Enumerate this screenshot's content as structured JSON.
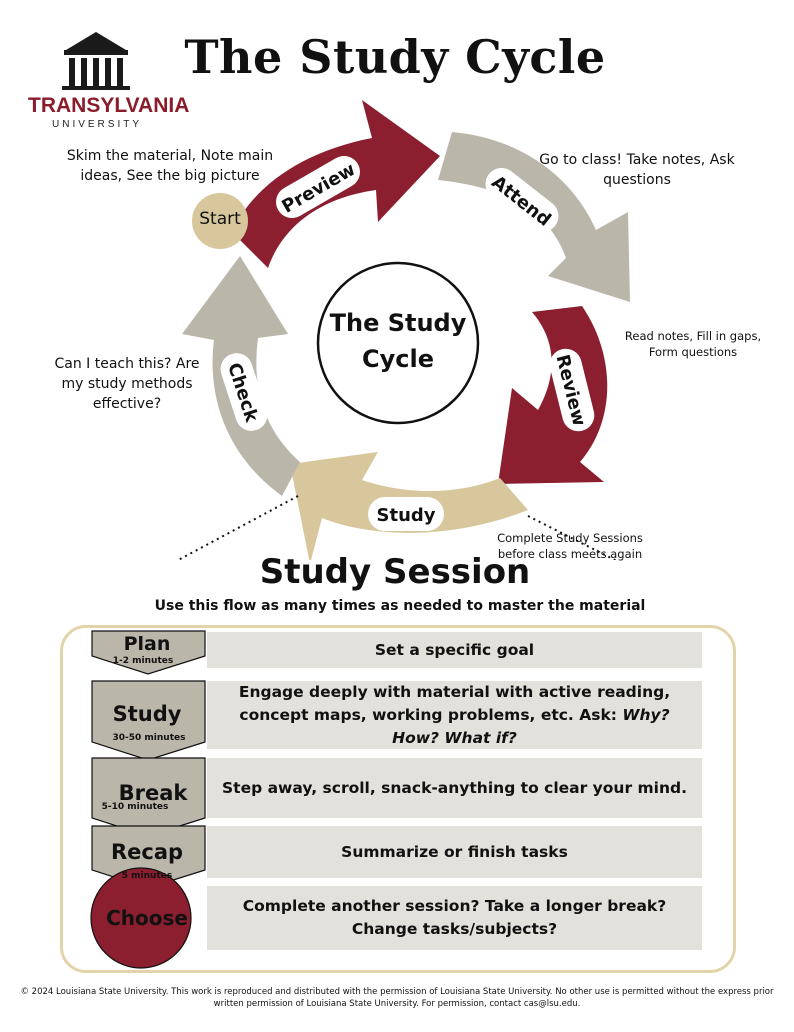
{
  "title": "The Study Cycle",
  "logo": {
    "word": "TRANSYLVANIA",
    "sub": "UNIVERSITY"
  },
  "cycle": {
    "center_line1": "The Study",
    "center_line2": "Cycle",
    "start_label": "Start",
    "stages": [
      {
        "label": "Preview",
        "note": "Skim the material, Note main ideas, See the big picture"
      },
      {
        "label": "Attend",
        "note": "Go to class! Take notes, Ask questions"
      },
      {
        "label": "Review",
        "note": "Read notes, Fill in gaps, Form questions"
      },
      {
        "label": "Study",
        "note": "Complete Study Sessions before class meets again"
      },
      {
        "label": "Check",
        "note": "Can I teach this? Are my study methods effective?"
      }
    ]
  },
  "session": {
    "title": "Study Session",
    "subtitle": "Use this flow as many times as needed to master the material",
    "steps": [
      {
        "name": "Plan",
        "time": "1-2 minutes",
        "desc": "Set a specific goal"
      },
      {
        "name": "Study",
        "time": "30-50 minutes",
        "desc": "Engage deeply with material with active reading, concept maps, working problems, etc. Ask:",
        "desc_em": "Why? How? What if?"
      },
      {
        "name": "Break",
        "time": "5-10 minutes",
        "desc": "Step away, scroll, snack-anything to clear your mind."
      },
      {
        "name": "Recap",
        "time": "5 minutes",
        "desc": "Summarize or finish tasks"
      },
      {
        "name": "Choose",
        "time": "",
        "desc": "Complete another session? Take a longer break? Change tasks/subjects?"
      }
    ]
  },
  "copyright": "© 2024 Louisiana State University. This work is reproduced and distributed with the permission of Louisiana State University. No other use is permitted without the express prior written permission of Louisiana State University. For permission, contact cas@lsu.edu.",
  "colors": {
    "maroon": "#8b1e2f",
    "gray": "#bbb6aa",
    "tan": "#d8c79d",
    "box_gray": "#e3e1dc"
  }
}
